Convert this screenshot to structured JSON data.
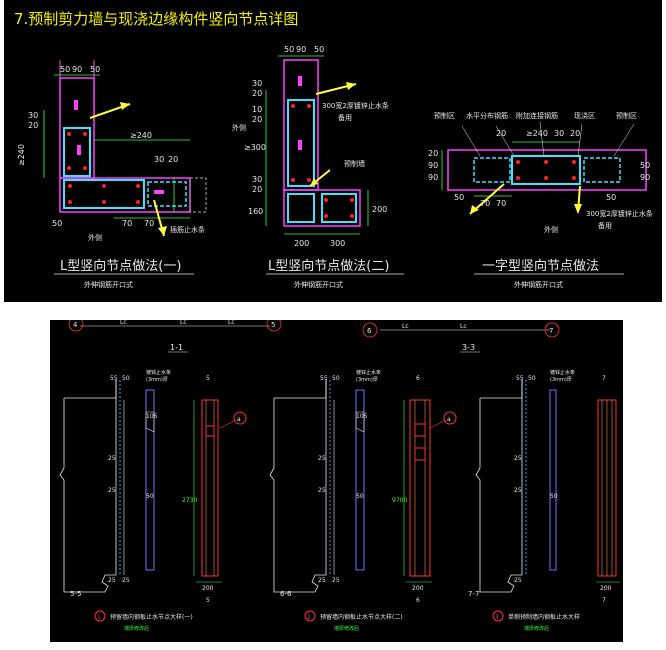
{
  "top": {
    "title": "7.预制剪力墙与现浇边缘构件竖向节点详图",
    "caption1": "L型竖向节点做法(一)",
    "sub1": "外伸钢筋开口式",
    "caption2": "L型竖向节点做法(二)",
    "sub2": "外伸钢筋开口式",
    "caption3": "一字型竖向节点做法",
    "sub3": "外伸钢筋开口式",
    "d1": {
      "dims_top": [
        "50",
        "90",
        "50"
      ],
      "dims_left": [
        "30",
        "20",
        "≥240"
      ],
      "dims_mid": [
        "≥240",
        "30",
        "20"
      ],
      "dims_bottom": [
        "50",
        "70",
        "70"
      ],
      "outer_label": "外侧",
      "rebar_label": "插筋止水条"
    },
    "d2": {
      "dims_top": [
        "50",
        "90",
        "50"
      ],
      "dims_left_upper": [
        "30",
        "20"
      ],
      "dims_left_lower": [
        "10",
        "20",
        "≥300"
      ],
      "dims_lower": [
        "30",
        "20",
        "160"
      ],
      "dims_bottom": [
        "200",
        "300"
      ],
      "dim_right": "200",
      "note_top": "300宽2厚镀锌止水条",
      "note_top_sub": "备用",
      "outer_label": "外侧",
      "side_label": "预制墙"
    },
    "d3": {
      "labels": [
        "预制区",
        "水平分布钢筋",
        "附加连接钢筋",
        "现浇区",
        "预制区"
      ],
      "dims_top": [
        "20",
        "≥240",
        "30",
        "20"
      ],
      "dims_side_left": [
        "20",
        "90",
        "90"
      ],
      "dims_side_right": [
        "50",
        "90"
      ],
      "dims_bottom": [
        "70",
        "70"
      ],
      "dim_left_low": "50",
      "dim_right_low": "50",
      "note": "300宽2厚镀锌止水条",
      "note_sub": "备用",
      "outer_label": "外侧"
    }
  },
  "bottom": {
    "head_left": "1-1",
    "head_right": "3-3",
    "grid_labels": [
      "Lc",
      "Lc",
      "Lc",
      "Lc",
      "Lc"
    ],
    "circle_labels": [
      "4",
      "5",
      "6",
      "7"
    ],
    "sections": [
      {
        "tag": "5-5",
        "dims_top": [
          "55",
          "50"
        ],
        "dims_mid": [
          "105",
          "50",
          "25"
        ],
        "dims_low": [
          "25",
          "25",
          "25"
        ],
        "strip_label": "镀锌止水条",
        "strip_sub": "(3mm)厚",
        "section_no": "5",
        "bar_dim": "200",
        "height_dim": "2730",
        "marker": "a",
        "caption": "预留墙内钢板止水节点大样(一)",
        "caption_sub": "墙厚修改后",
        "badge": "1"
      },
      {
        "tag": "6-6",
        "dims_top": [
          "55",
          "50"
        ],
        "dims_mid": [
          "105",
          "50",
          "25"
        ],
        "dims_low": [
          "25",
          "25",
          "25"
        ],
        "strip_label": "镀锌止水条",
        "strip_sub": "(3mm)厚",
        "section_no": "6",
        "bar_dim": "200",
        "height_dim": "9700",
        "marker": "a",
        "caption": "预留墙内钢板止水节点大样(二)",
        "caption_sub": "墙厚修改后",
        "badge": "2"
      },
      {
        "tag": "7-7",
        "dims_top": [
          "55",
          "50"
        ],
        "dims_mid": [
          "50",
          "25"
        ],
        "dims_low": [
          "25",
          "25"
        ],
        "strip_label": "镀锌止水条",
        "strip_sub": "(3mm)厚",
        "section_no": "7",
        "bar_dim": "200",
        "height_dim": "",
        "marker": "",
        "caption": "单侧预制墙内钢板止水大样",
        "caption_sub": "墙厚修改后",
        "badge": "3"
      }
    ]
  },
  "colors": {
    "bg": "#000000",
    "wall": "#ff40ff",
    "rebar": "#40e0ff",
    "dim": "#3cff3c",
    "arrow": "#ffff40",
    "text": "#e8e8e8",
    "title": "#f5f000",
    "red": "#ff3030"
  }
}
